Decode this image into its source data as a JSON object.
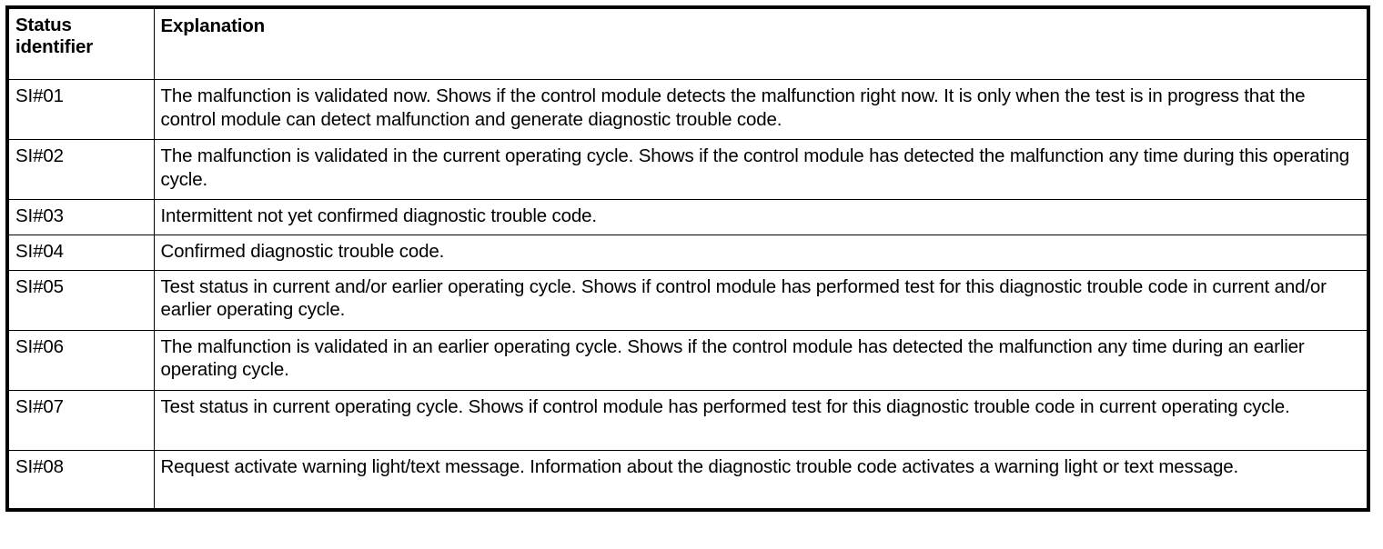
{
  "table": {
    "headers": {
      "status_identifier": "Status identifier",
      "explanation": "Explanation"
    },
    "rows": [
      {
        "id": "SI#01",
        "explanation": "The malfunction is validated now. Shows if the control module detects the malfunction right now. It is only when the test is in progress that the control module can detect malfunction and generate diagnostic trouble code.",
        "lines": 2
      },
      {
        "id": "SI#02",
        "explanation": "The malfunction is validated in the current operating cycle. Shows if the control module has detected the malfunction any time during this operating cycle.",
        "lines": 2
      },
      {
        "id": "SI#03",
        "explanation": "Intermittent not yet confirmed diagnostic trouble code.",
        "lines": 1
      },
      {
        "id": "SI#04",
        "explanation": "Confirmed diagnostic trouble code.",
        "lines": 1
      },
      {
        "id": "SI#05",
        "explanation": "Test status in current and/or earlier operating cycle. Shows if control module has performed test for this diagnostic trouble code in current and/or earlier operating cycle.",
        "lines": 2
      },
      {
        "id": "SI#06",
        "explanation": "The malfunction is validated in an earlier operating cycle. Shows if the control module has detected the malfunction any time during an earlier operating cycle.",
        "lines": 2
      },
      {
        "id": "SI#07",
        "explanation": "Test status in current operating cycle. Shows if control module has performed test for this diagnostic trouble code in current operating cycle.",
        "lines": 2
      },
      {
        "id": "SI#08",
        "explanation": "Request activate warning light/text message. Information about the diagnostic trouble code activates a warning light or text message.",
        "lines": 2
      }
    ]
  },
  "colors": {
    "border": "#000000",
    "text": "#000000",
    "background": "#ffffff"
  }
}
